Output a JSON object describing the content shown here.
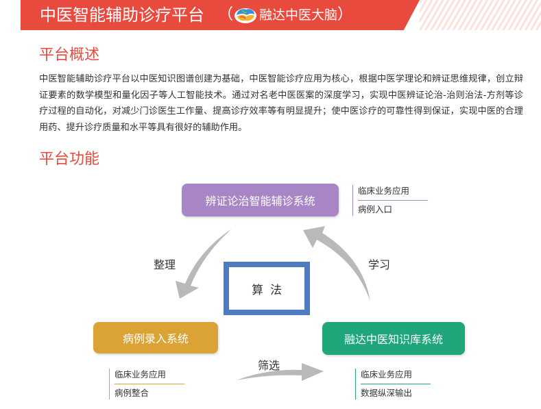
{
  "header": {
    "title": "中医智能辅助诊疗平台",
    "paren_open": "（",
    "paren_close": "）",
    "brand": "融达中医大脑",
    "logo_icon": "brain-icon"
  },
  "overview": {
    "heading": "平台概述",
    "body": "中医智能辅助诊疗平台以中医知识图谱创建为基础，中医智能诊疗应用为核心，根据中医学理论和辨证思维规律，创立辩证要素的数学模型和量化因子等人工智能技术。通过对名老中医医案的深度学习，实现中医辨证论治-治则治法-方剂等诊疗过程的自动化，对减少门诊医生工作量、提高诊疗效率等有明显提升；使中医诊疗的可靠性得到保证，实现中医的合理用药、提升诊疗质量和水平等具有很好的辅助作用。"
  },
  "functions": {
    "heading": "平台功能",
    "center": "算法",
    "nodes": {
      "top": {
        "label": "辨证论治智能辅诊系统",
        "color": "#a886c5",
        "items": [
          "临床业务应用",
          "病例入口"
        ]
      },
      "left": {
        "label": "病例录入系统",
        "color": "#dba335",
        "items": [
          "临床业务应用",
          "病例整合"
        ]
      },
      "right": {
        "label": "融达中医知识库系统",
        "color": "#1fa67a",
        "items": [
          "临床业务应用",
          "数据纵深输出"
        ]
      }
    },
    "edges": {
      "top_to_left": "整理",
      "right_to_top": "学习",
      "left_to_right": "筛选"
    }
  },
  "colors": {
    "accent": "#e84a3e",
    "center_border": "#4f7cbf",
    "arrow": "#b9b9b9"
  }
}
